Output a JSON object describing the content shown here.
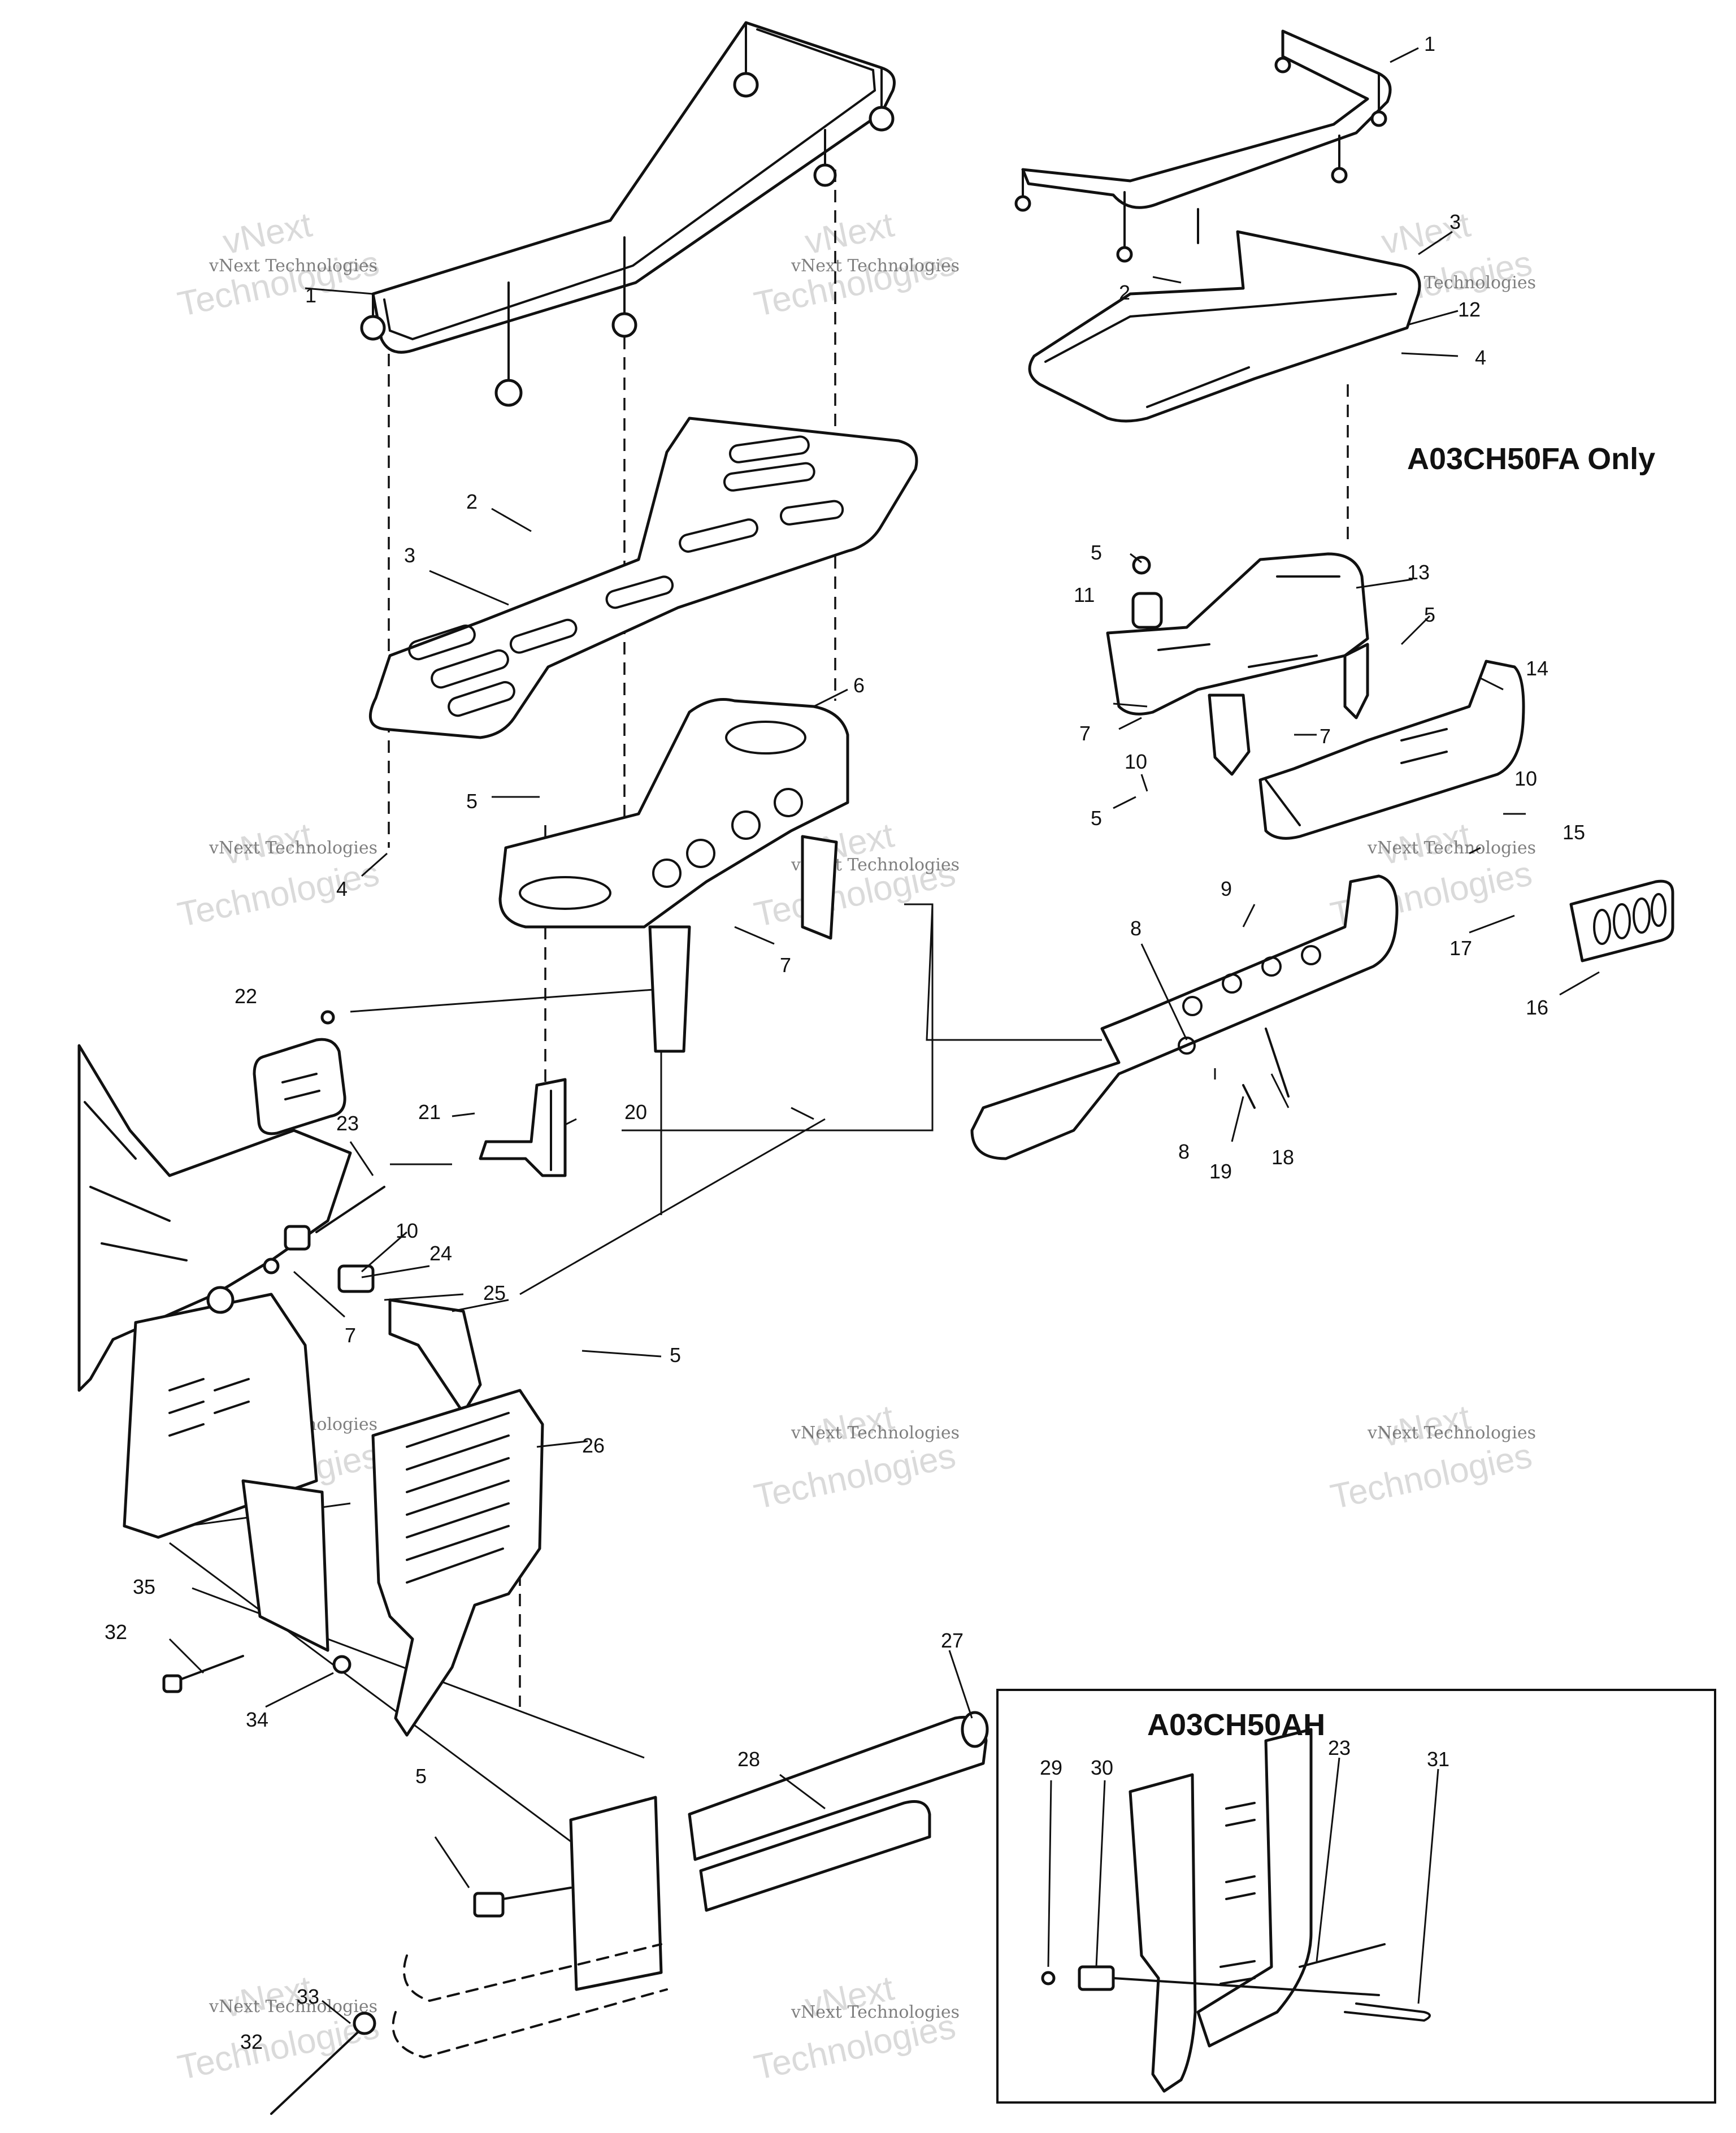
{
  "variant_labels": {
    "fa_only": "A03CH50FA Only",
    "ah_inset": "A03CH50AH"
  },
  "watermark": {
    "company": "vNext Technologies",
    "brand_top": "vNext",
    "brand_bottom": "Technologies"
  },
  "callouts": [
    {
      "id": "c1a",
      "text": "1"
    },
    {
      "id": "c1b",
      "text": "1"
    },
    {
      "id": "c2a",
      "text": "2"
    },
    {
      "id": "c2b",
      "text": "2"
    },
    {
      "id": "c3a",
      "text": "3"
    },
    {
      "id": "c3b",
      "text": "3"
    },
    {
      "id": "c4a",
      "text": "4"
    },
    {
      "id": "c4b",
      "text": "4"
    },
    {
      "id": "c5a",
      "text": "5"
    },
    {
      "id": "c5b",
      "text": "5"
    },
    {
      "id": "c5c",
      "text": "5"
    },
    {
      "id": "c5d",
      "text": "5"
    },
    {
      "id": "c5e",
      "text": "5"
    },
    {
      "id": "c5f",
      "text": "5"
    },
    {
      "id": "c6",
      "text": "6"
    },
    {
      "id": "c7a",
      "text": "7"
    },
    {
      "id": "c7b",
      "text": "7"
    },
    {
      "id": "c7c",
      "text": "7"
    },
    {
      "id": "c7d",
      "text": "7"
    },
    {
      "id": "c8a",
      "text": "8"
    },
    {
      "id": "c8b",
      "text": "8"
    },
    {
      "id": "c9",
      "text": "9"
    },
    {
      "id": "c10a",
      "text": "10"
    },
    {
      "id": "c10b",
      "text": "10"
    },
    {
      "id": "c10c",
      "text": "10"
    },
    {
      "id": "c11",
      "text": "11"
    },
    {
      "id": "c12",
      "text": "12"
    },
    {
      "id": "c13",
      "text": "13"
    },
    {
      "id": "c14",
      "text": "14"
    },
    {
      "id": "c15",
      "text": "15"
    },
    {
      "id": "c16",
      "text": "16"
    },
    {
      "id": "c17",
      "text": "17"
    },
    {
      "id": "c18",
      "text": "18"
    },
    {
      "id": "c19",
      "text": "19"
    },
    {
      "id": "c20",
      "text": "20"
    },
    {
      "id": "c21",
      "text": "21"
    },
    {
      "id": "c22",
      "text": "22"
    },
    {
      "id": "c23a",
      "text": "23"
    },
    {
      "id": "c23b",
      "text": "23"
    },
    {
      "id": "c24",
      "text": "24"
    },
    {
      "id": "c25",
      "text": "25"
    },
    {
      "id": "c26",
      "text": "26"
    },
    {
      "id": "c27",
      "text": "27"
    },
    {
      "id": "c28",
      "text": "28"
    },
    {
      "id": "c29",
      "text": "29"
    },
    {
      "id": "c30",
      "text": "30"
    },
    {
      "id": "c31",
      "text": "31"
    },
    {
      "id": "c32a",
      "text": "32"
    },
    {
      "id": "c32b",
      "text": "32"
    },
    {
      "id": "c33",
      "text": "33"
    },
    {
      "id": "c34",
      "text": "34"
    },
    {
      "id": "c35",
      "text": "35"
    }
  ]
}
